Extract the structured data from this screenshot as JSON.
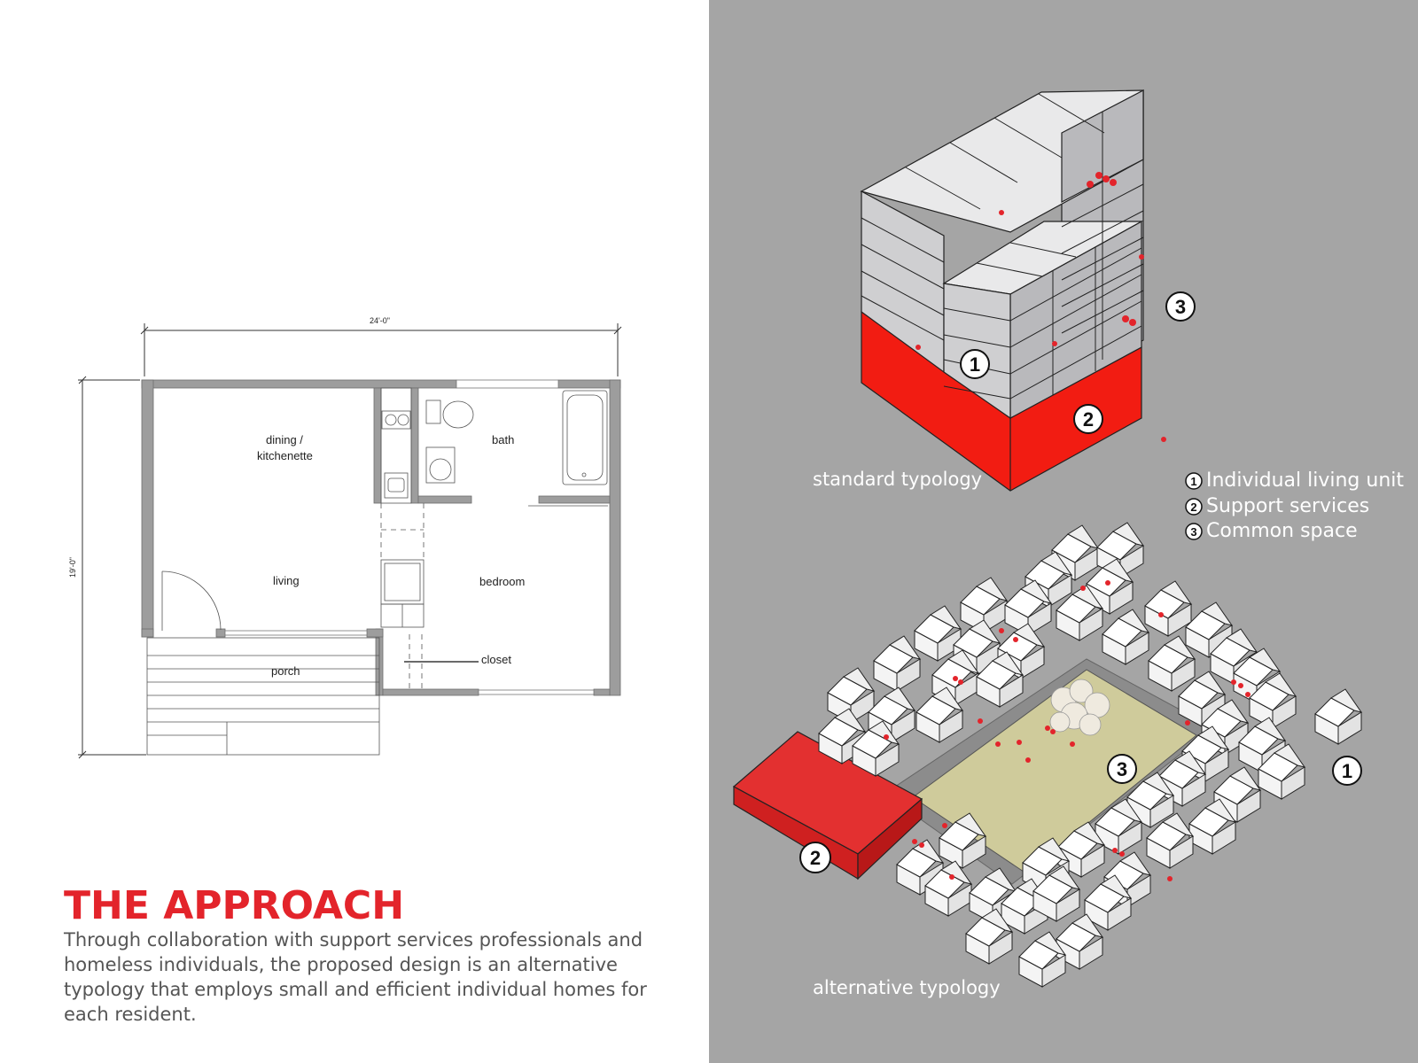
{
  "floor_plan": {
    "dim_width": "24'-0\"",
    "dim_height": "19'-0\"",
    "rooms": {
      "dining_line1": "dining /",
      "dining_line2": "kitchenette",
      "bath": "bath",
      "living": "living",
      "bedroom": "bedroom",
      "porch": "porch",
      "closet": "closet"
    }
  },
  "approach": {
    "title": "THE APPROACH",
    "body": "Through collaboration with support services professionals and homeless individuals, the proposed design is an alternative typology that employs small and efficient individual homes for each resident."
  },
  "diagram": {
    "standard_label": "standard typology",
    "alternative_label": "alternative typology",
    "markers": {
      "unit": "1",
      "support": "2",
      "common": "3"
    },
    "legend": [
      {
        "num": "1",
        "label": "Individual living unit"
      },
      {
        "num": "2",
        "label": "Support services"
      },
      {
        "num": "3",
        "label": "Common space"
      }
    ]
  },
  "colors": {
    "accent_red": "#e3242b",
    "support_red": "#f21c12",
    "background_gray": "#a5a5a5",
    "common_space": "#cfcb9b",
    "box_top": "#e9e9ea",
    "box_left": "#cfcfd1",
    "box_right": "#b9b9bc"
  }
}
